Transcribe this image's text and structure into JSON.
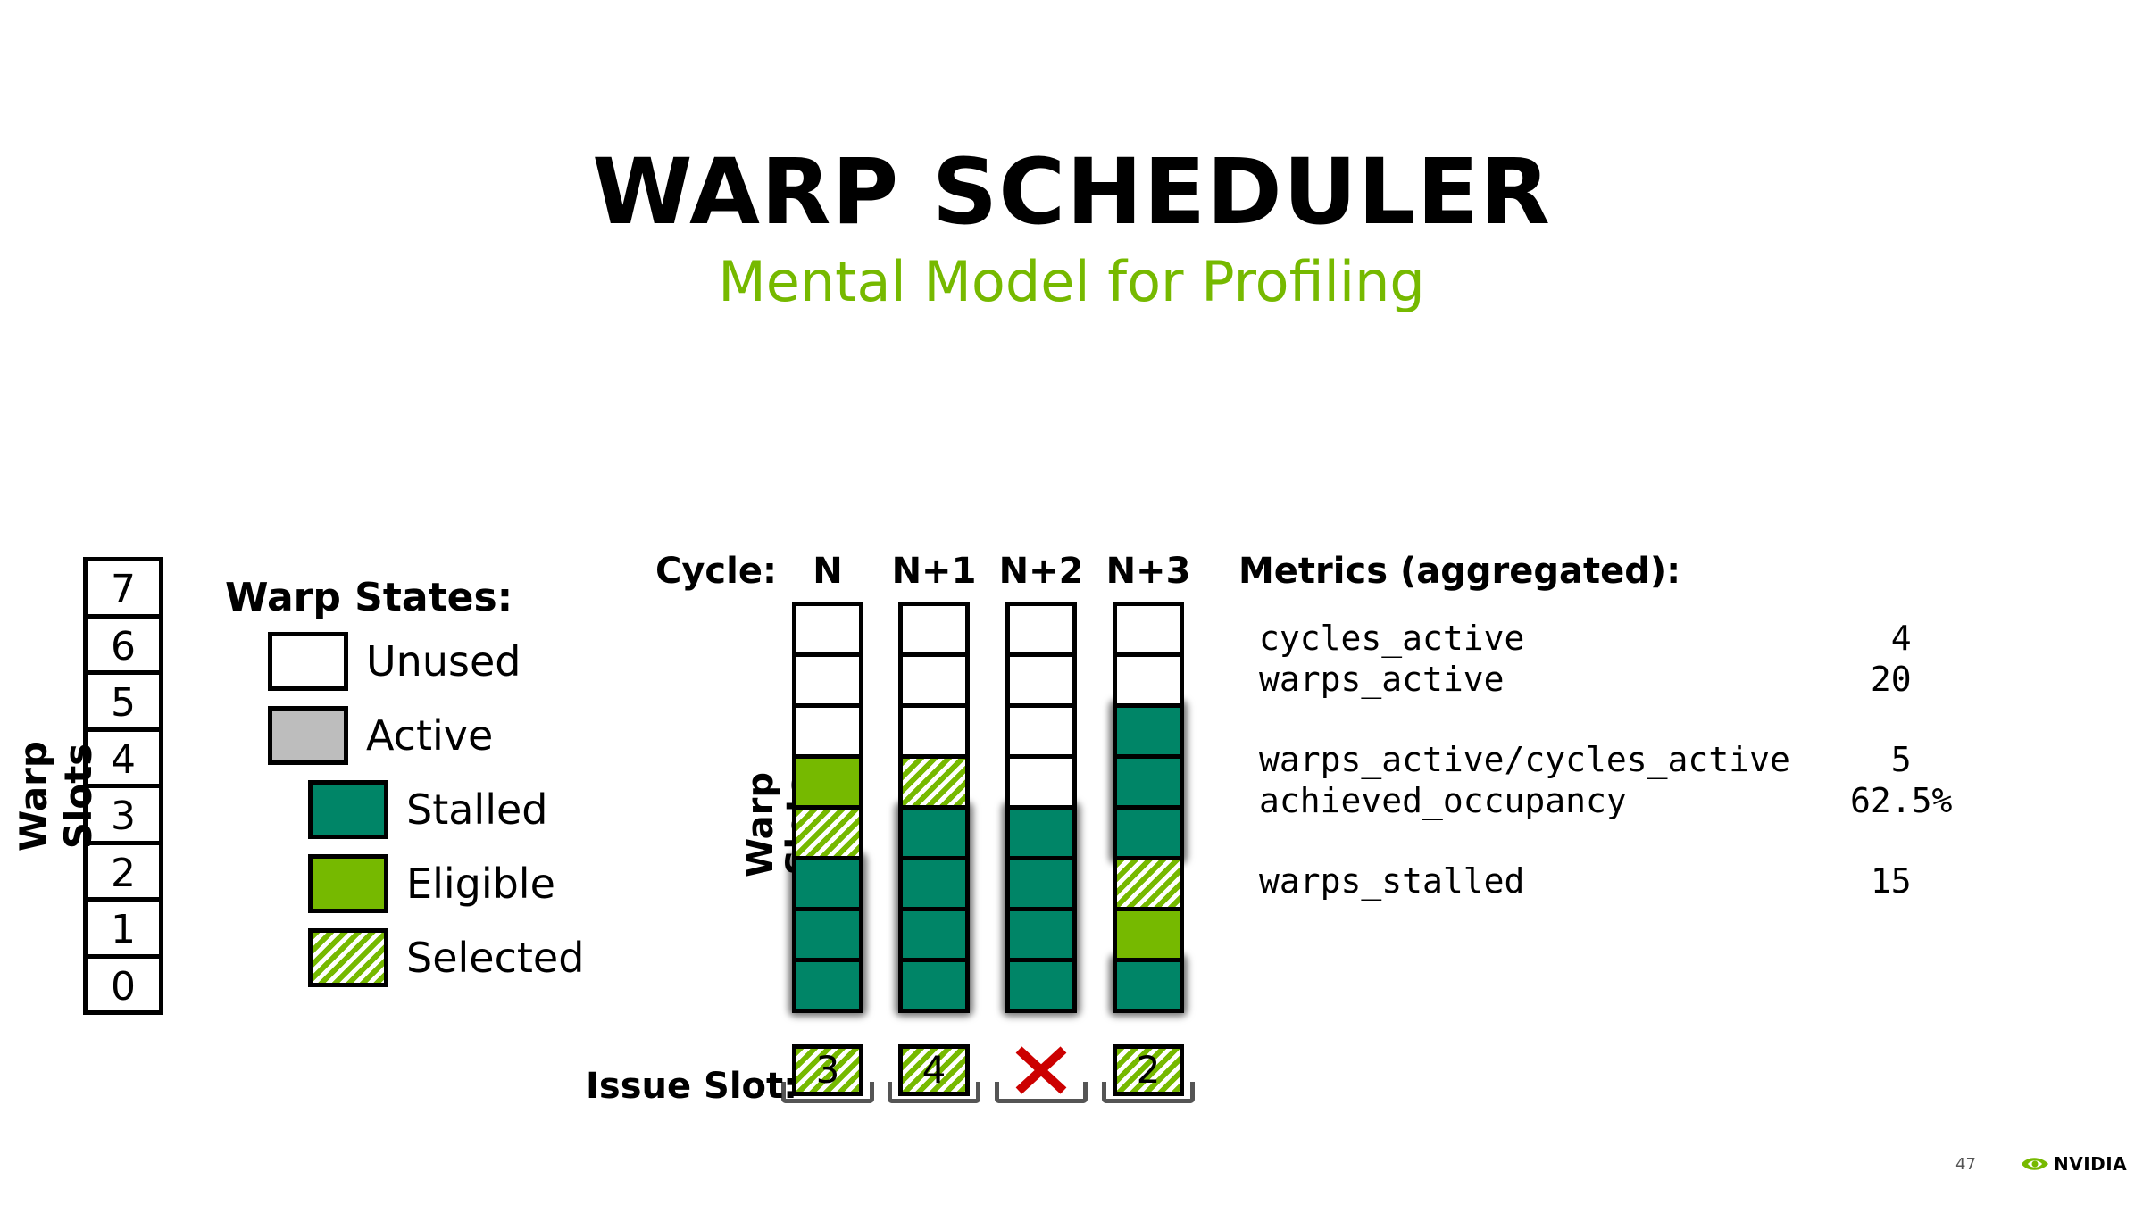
{
  "header": {
    "title": "WARP SCHEDULER",
    "subtitle": "Mental Model for Profiling"
  },
  "warp_slots_axis": {
    "label": "Warp Slots",
    "numbers": [
      "7",
      "6",
      "5",
      "4",
      "3",
      "2",
      "1",
      "0"
    ]
  },
  "legend": {
    "title": "Warp States:",
    "items": [
      {
        "label": "Unused",
        "state": "unused"
      },
      {
        "label": "Active",
        "state": "active"
      },
      {
        "label": "Stalled",
        "state": "stalled"
      },
      {
        "label": "Eligible",
        "state": "eligible"
      },
      {
        "label": "Selected",
        "state": "selected"
      }
    ]
  },
  "cycles": {
    "label": "Cycle:",
    "axis_label": "Warp Slots",
    "issue_label": "Issue Slot:",
    "columns": [
      {
        "name": "N",
        "states": [
          "unused",
          "unused",
          "unused",
          "eligible",
          "selected",
          "stalled",
          "stalled",
          "stalled"
        ],
        "issue": "3"
      },
      {
        "name": "N+1",
        "states": [
          "unused",
          "unused",
          "unused",
          "selected",
          "stalled",
          "stalled",
          "stalled",
          "stalled"
        ],
        "issue": "4"
      },
      {
        "name": "N+2",
        "states": [
          "unused",
          "unused",
          "unused",
          "unused",
          "stalled",
          "stalled",
          "stalled",
          "stalled"
        ],
        "issue": ""
      },
      {
        "name": "N+3",
        "states": [
          "unused",
          "unused",
          "stalled",
          "stalled",
          "stalled",
          "selected",
          "eligible",
          "stalled"
        ],
        "issue": "2"
      }
    ]
  },
  "metrics": {
    "title": "Metrics (aggregated):",
    "rows": [
      {
        "name": "cycles_active",
        "value": "4"
      },
      {
        "name": "warps_active",
        "value": "20"
      },
      {
        "name": "warps_active/cycles_active",
        "value": "5"
      },
      {
        "name": "achieved_occupancy",
        "value": "62.5%"
      },
      {
        "name": "warps_stalled",
        "value": "15"
      }
    ]
  },
  "footer": {
    "page_number": "47",
    "brand": "NVIDIA"
  },
  "colors": {
    "nvidia_green": "#76b900",
    "stalled_teal": "#008567",
    "active_gray": "#bdbdbd",
    "no_issue_red": "#cc0000"
  }
}
